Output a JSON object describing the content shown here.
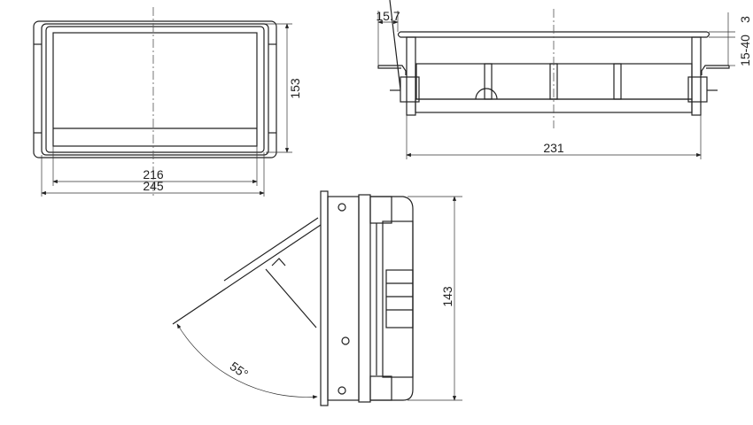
{
  "front_view": {
    "width_inner": "216",
    "width_outer": "245",
    "height": "153"
  },
  "side_view": {
    "flange": "15.7",
    "lid_thickness": "3",
    "desk_thickness": "15-40",
    "body_width": "231"
  },
  "section_view": {
    "height": "143",
    "opening_angle": "55°"
  },
  "colors": {
    "line": "#222222",
    "background": "#ffffff"
  }
}
